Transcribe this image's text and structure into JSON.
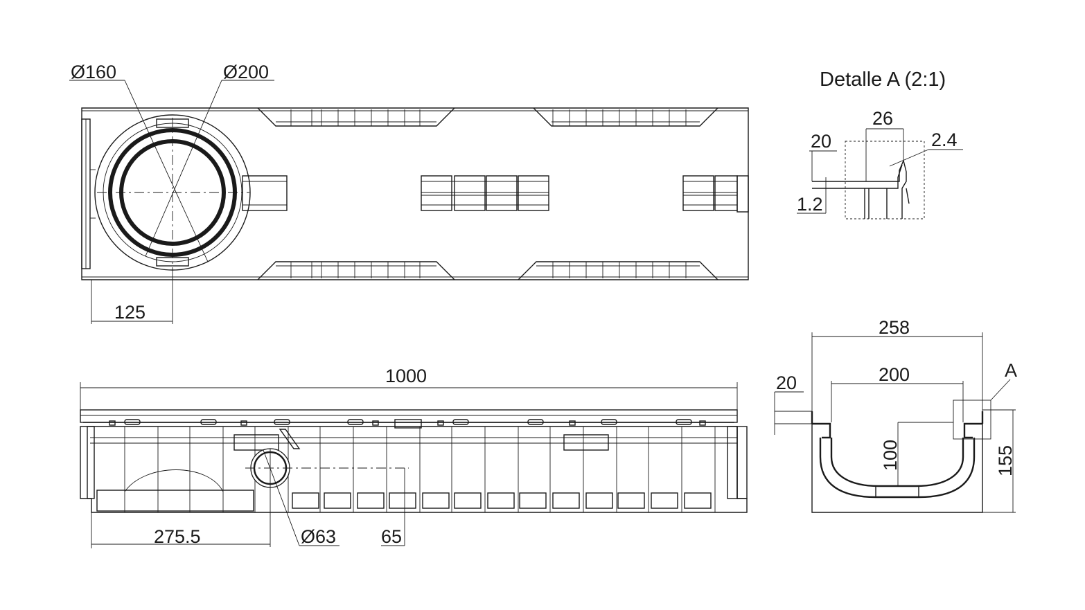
{
  "top_view": {
    "dia_small": "Ø160",
    "dia_large": "Ø200",
    "offset": "125"
  },
  "side_view": {
    "length": "1000",
    "outlet_pos": "275.5",
    "outlet_dia": "Ø63",
    "outlet_height": "65"
  },
  "detail": {
    "title": "Detalle A (2:1)",
    "width": "26",
    "depth": "20",
    "lip": "2.4",
    "thickness": "1.2"
  },
  "section_view": {
    "outer_width": "258",
    "inner_width": "200",
    "flange": "20",
    "inner_depth": "100",
    "total_height": "155",
    "detail_ref": "A"
  }
}
